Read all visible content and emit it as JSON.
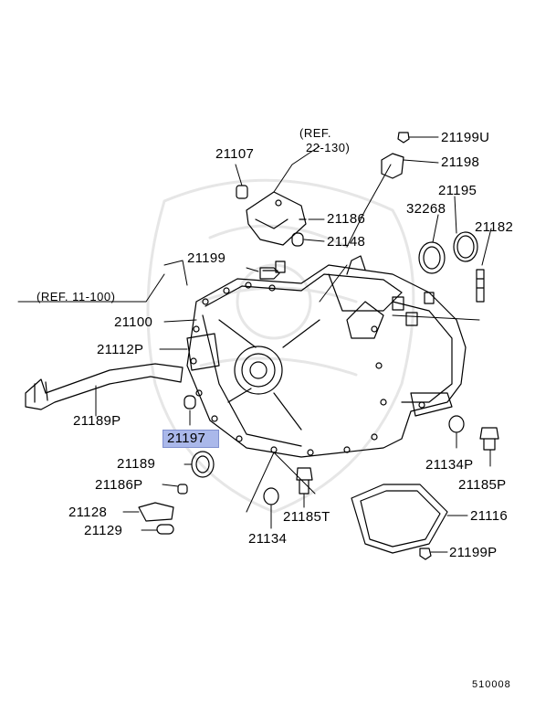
{
  "labels": {
    "ref_22_130_a": "(REF.",
    "ref_22_130_b": "22-130)",
    "ref_11_100": "(REF. 11-100)",
    "p21199U": "21199U",
    "p21198": "21198",
    "p21107": "21107",
    "p21195": "21195",
    "p32268": "32268",
    "p21182": "21182",
    "p21186": "21186",
    "p21148": "21148",
    "p21199": "21199",
    "p21100": "21100",
    "p21112P": "21112P",
    "p21189P": "21189P",
    "p21197": "21197",
    "p21189": "21189",
    "p21186P": "21186P",
    "p21128": "21128",
    "p21129": "21129",
    "p21134": "21134",
    "p21185T": "21185T",
    "p21134P": "21134P",
    "p21185P": "21185P",
    "p21116": "21116",
    "p21199P": "21199P",
    "footer": "510008"
  },
  "highlight_color": "#aab8ea"
}
